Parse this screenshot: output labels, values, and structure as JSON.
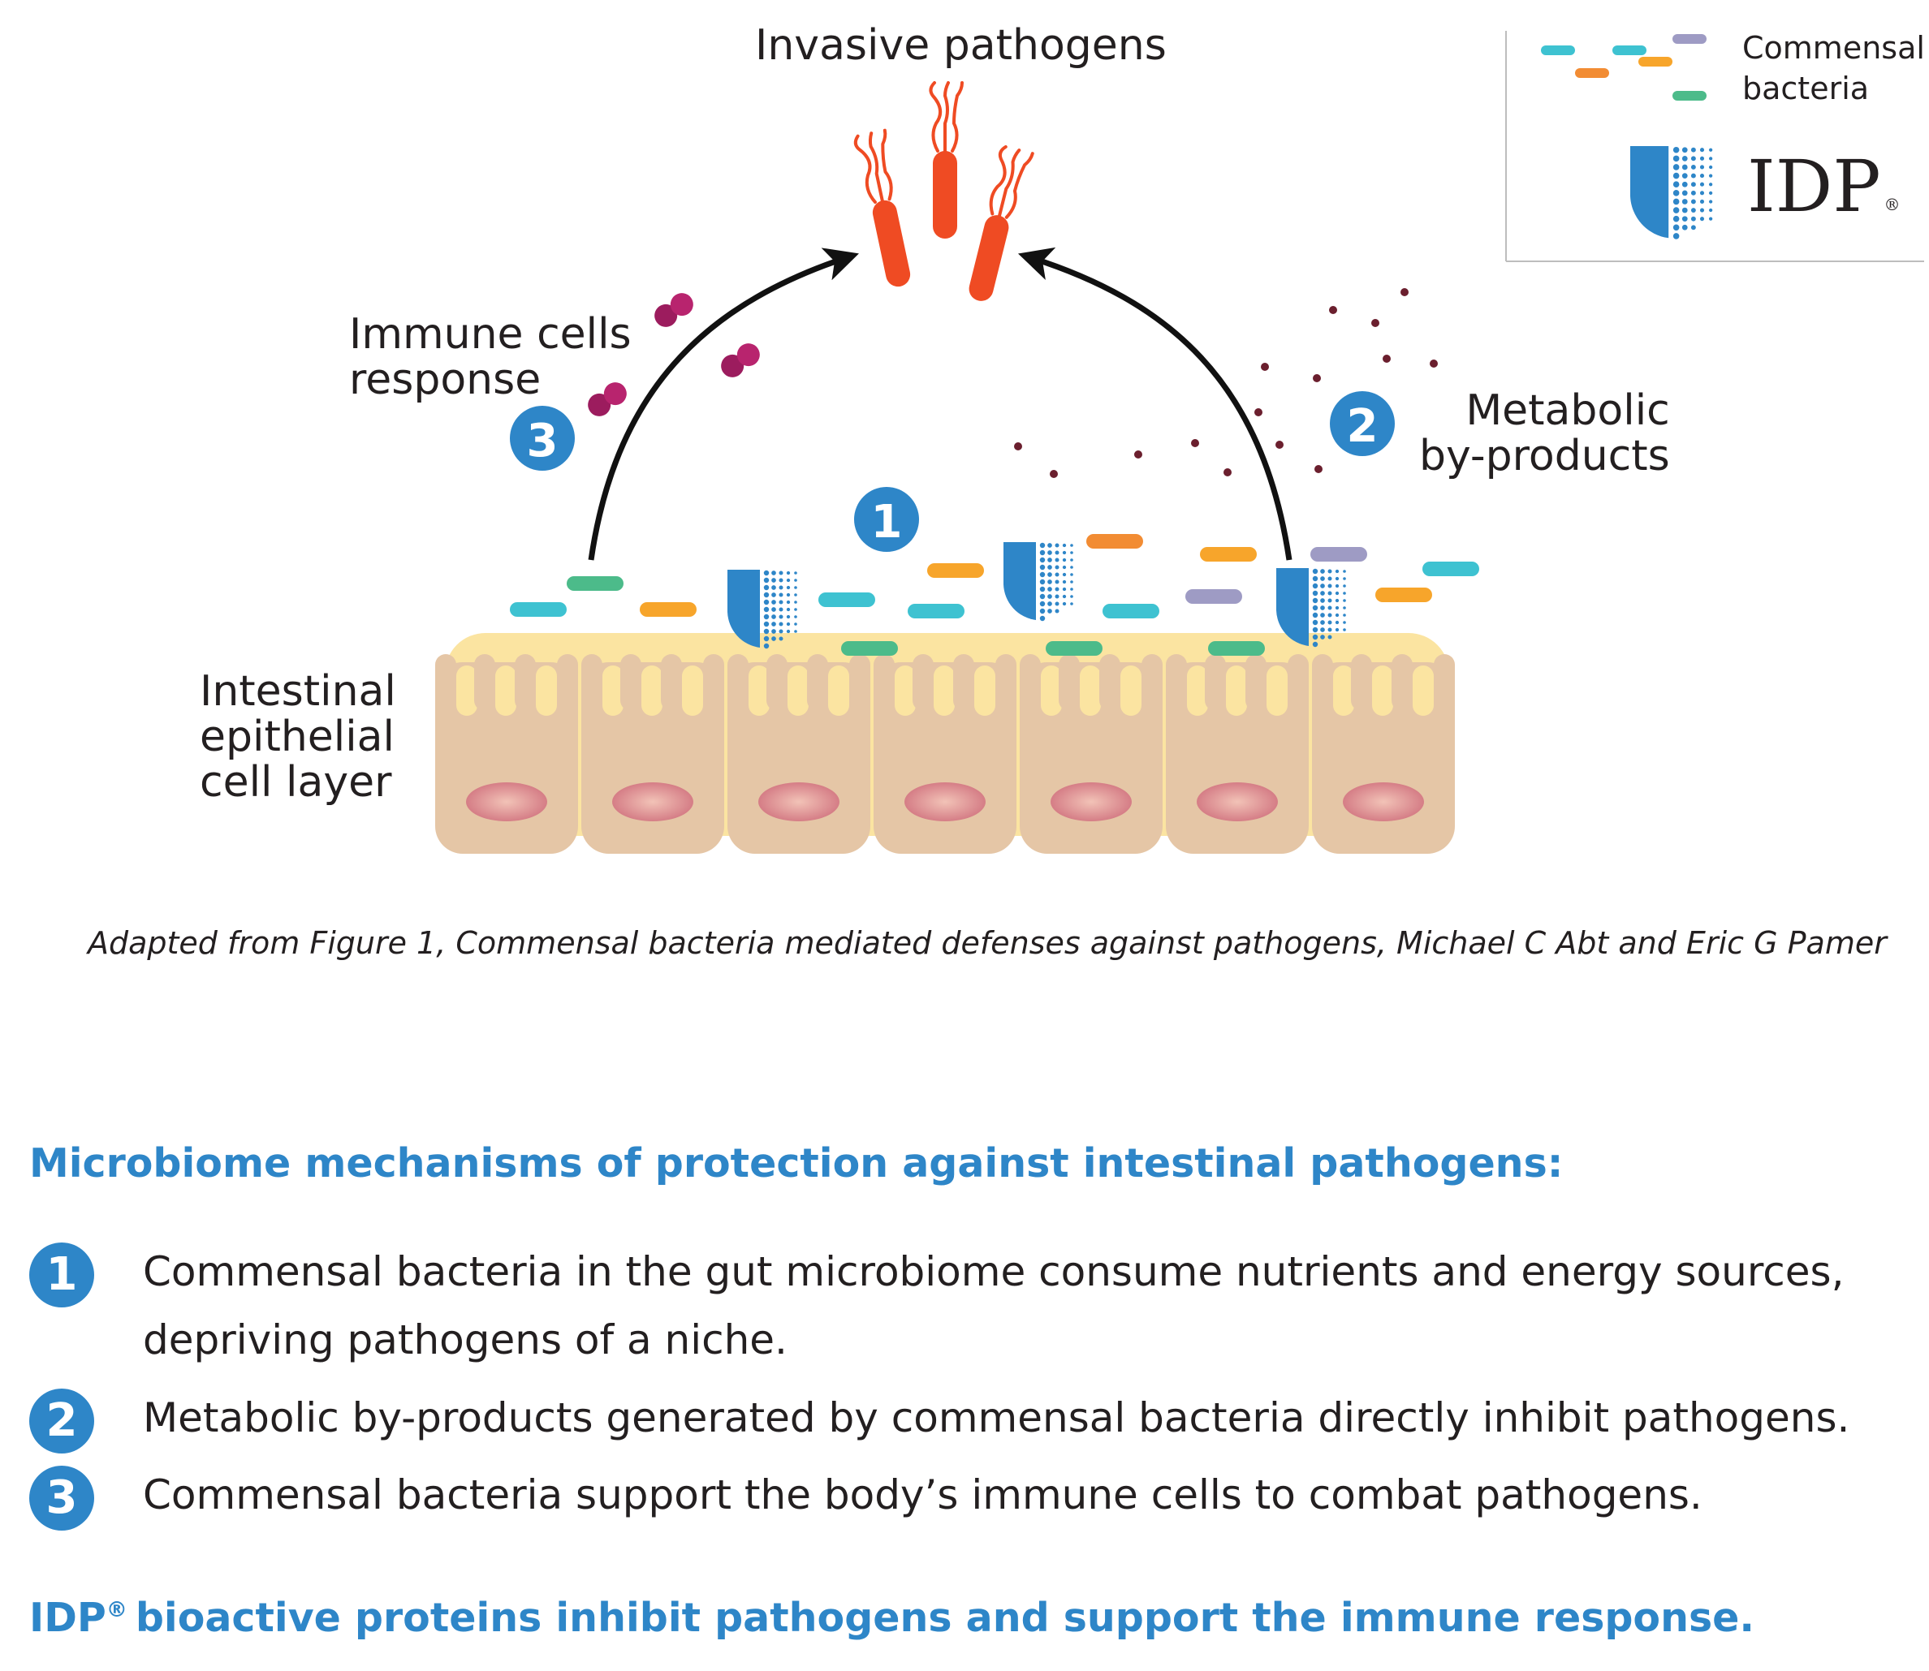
{
  "diagram": {
    "labels": {
      "invasive_pathogens": "Invasive pathogens",
      "immune_line1": "Immune cells",
      "immune_line2": "response",
      "metabolic_line1": "Metabolic",
      "metabolic_line2": "by-products",
      "epithelial_line1": "Intestinal",
      "epithelial_line2": "epithelial",
      "epithelial_line3": "cell layer"
    },
    "badges": [
      "1",
      "2",
      "3"
    ],
    "legend": {
      "bacteria_line1": "Commensal",
      "bacteria_line2": "bacteria",
      "idp_name": "IDP",
      "registered_mark": "®"
    },
    "colors": {
      "blue": "#2e86c8",
      "pathogen": "#ef4b23",
      "cyan": "#3ec2d1",
      "orange": "#f7a52b",
      "deep_orange": "#f28c33",
      "green": "#4cbb8a",
      "lavender": "#9e9bc4",
      "cell": "#e5c6a6",
      "mucus": "#fbe4a1",
      "nucleus": "#d8858c",
      "immune": "#9c1c5e"
    }
  },
  "caption": "Adapted from Figure 1, Commensal bacteria mediated defenses against pathogens, Michael C Abt and Eric G Pamer",
  "mechanisms": {
    "heading": "Microbiome mechanisms of protection against intestinal pathogens:",
    "items": [
      {
        "number": "1",
        "text": "Commensal bacteria in the gut microbiome consume nutrients and energy sources, depriving pathogens of a niche."
      },
      {
        "number": "2",
        "text": "Metabolic by-products generated by commensal bacteria directly inhibit pathogens."
      },
      {
        "number": "3",
        "text": "Commensal bacteria support the body’s immune cells to combat pathogens."
      }
    ]
  },
  "footer": {
    "idp": "IDP",
    "registered_mark": "®",
    "text": "bioactive proteins inhibit pathogens and support the immune response."
  }
}
